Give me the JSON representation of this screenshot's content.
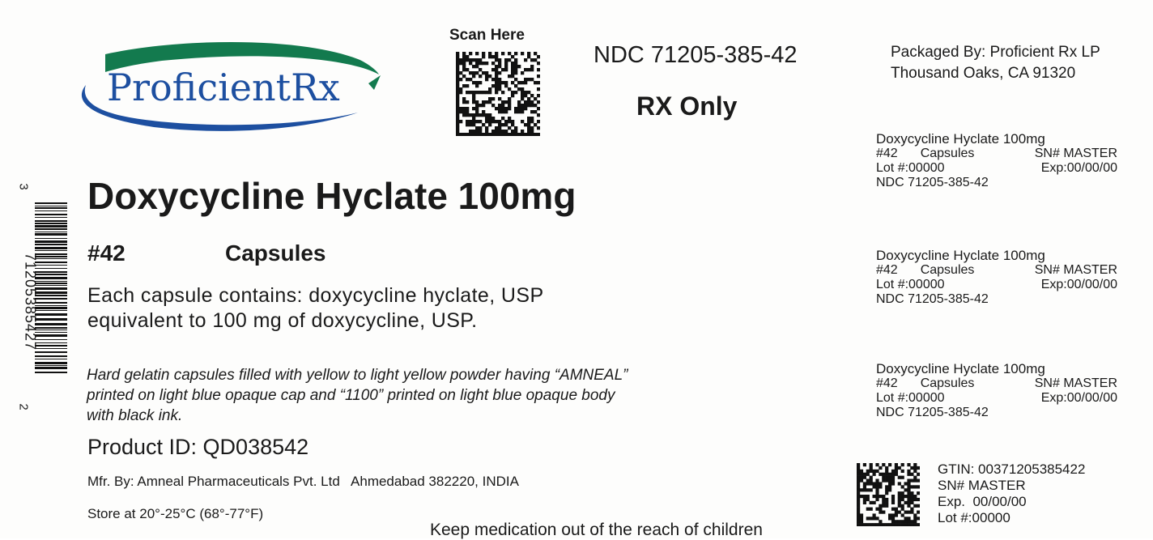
{
  "header": {
    "logo_text": "ProficientRx",
    "scan_here": "Scan Here",
    "ndc": "NDC 71205-385-42",
    "rx_only": "RX Only",
    "packaged_by": "Packaged By: Proficient Rx LP",
    "address": "Thousand Oaks, CA 91320"
  },
  "product": {
    "name": "Doxycycline Hyclate 100mg",
    "count": "#42",
    "unit": "Capsules",
    "contains_line1": "Each capsule contains: doxycycline hyclate, USP",
    "contains_line2": "equivalent to 100 mg of doxycycline, USP.",
    "desc_line1": "Hard gelatin capsules filled with yellow to light yellow powder having “AMNEAL”",
    "desc_line2": "printed on light blue opaque cap and “1100” printed on light blue opaque body",
    "desc_line3": "with black ink.",
    "product_id": "Product ID: QD038542",
    "mfr": "Mfr. By: Amneal Pharmaceuticals Pvt. Ltd   Ahmedabad 382220, INDIA",
    "storage": "Store at 20°-25°C (68°-77°F)",
    "warning": "Keep medication out of the reach of children"
  },
  "barcode": {
    "top_digit": "3",
    "middle_digits": "71205385427",
    "bottom_digit": "2"
  },
  "mini_labels": [
    {
      "name": "Doxycycline Hyclate 100mg",
      "count": "#42",
      "unit": "Capsules",
      "sn": "SN# MASTER",
      "lot": "Lot #:00000",
      "exp": "Exp:00/00/00",
      "ndc": "NDC 71205-385-42"
    },
    {
      "name": "Doxycycline Hyclate 100mg",
      "count": "#42",
      "unit": "Capsules",
      "sn": "SN# MASTER",
      "lot": "Lot #:00000",
      "exp": "Exp:00/00/00",
      "ndc": "NDC 71205-385-42"
    },
    {
      "name": "Doxycycline Hyclate 100mg",
      "count": "#42",
      "unit": "Capsules",
      "sn": "SN# MASTER",
      "lot": "Lot #:00000",
      "exp": "Exp:00/00/00",
      "ndc": "NDC 71205-385-42"
    }
  ],
  "serial_block": {
    "gtin": "GTIN: 00371205385422",
    "sn": "SN# MASTER",
    "exp": "Exp.  00/00/00",
    "lot": "Lot #:00000"
  },
  "colors": {
    "logo_blue": "#1d4fa0",
    "logo_green": "#137a4e",
    "text": "#1a1a1a"
  }
}
